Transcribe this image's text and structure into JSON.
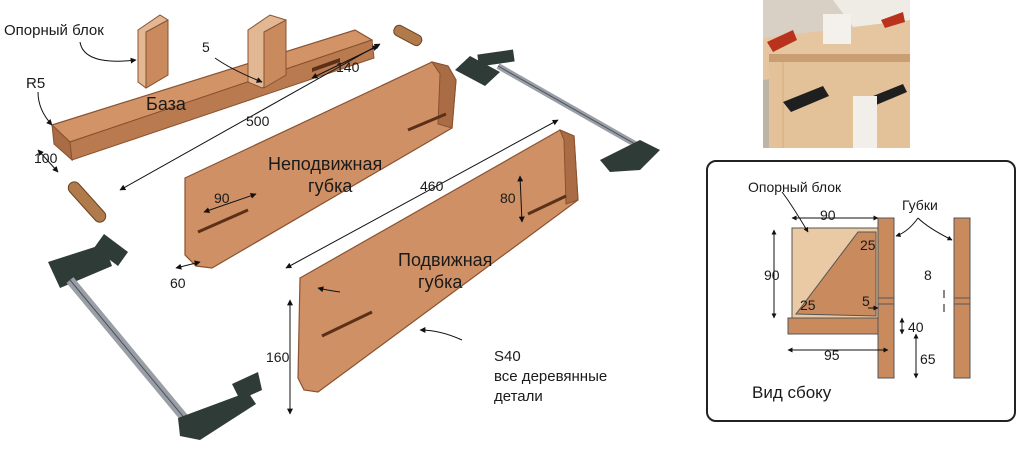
{
  "labels": {
    "support_block": "Опорный блок",
    "radius": "R5",
    "base": "База",
    "fixed_jaw_line1": "Неподвижная",
    "fixed_jaw_line2": "губка",
    "movable_jaw_line1": "Подвижная",
    "movable_jaw_line2": "губка",
    "material_line1": "S40",
    "material_line2": "все деревянные",
    "material_line3": "детали"
  },
  "dims": {
    "d5": "5",
    "d140": "140",
    "d500": "500",
    "d100": "100",
    "d90": "90",
    "d460": "460",
    "d80": "80",
    "d60": "60",
    "d160": "160"
  },
  "side_view": {
    "support_block": "Опорный блок",
    "jaws": "Губки",
    "title": "Вид сбоку",
    "d90_top": "90",
    "d25_top": "25",
    "d90_left": "90",
    "d25_inner": "25",
    "d5": "5",
    "d8": "8",
    "d40": "40",
    "d95": "95",
    "d65": "65"
  },
  "colors": {
    "wood": "#c98a5e",
    "wood_dark": "#a96c44",
    "wood_edge": "#8a5230",
    "block": "#e2b793",
    "steel": "#9a9ea6",
    "clamp_head": "#2f3b36",
    "handle": "#b07a4a"
  }
}
